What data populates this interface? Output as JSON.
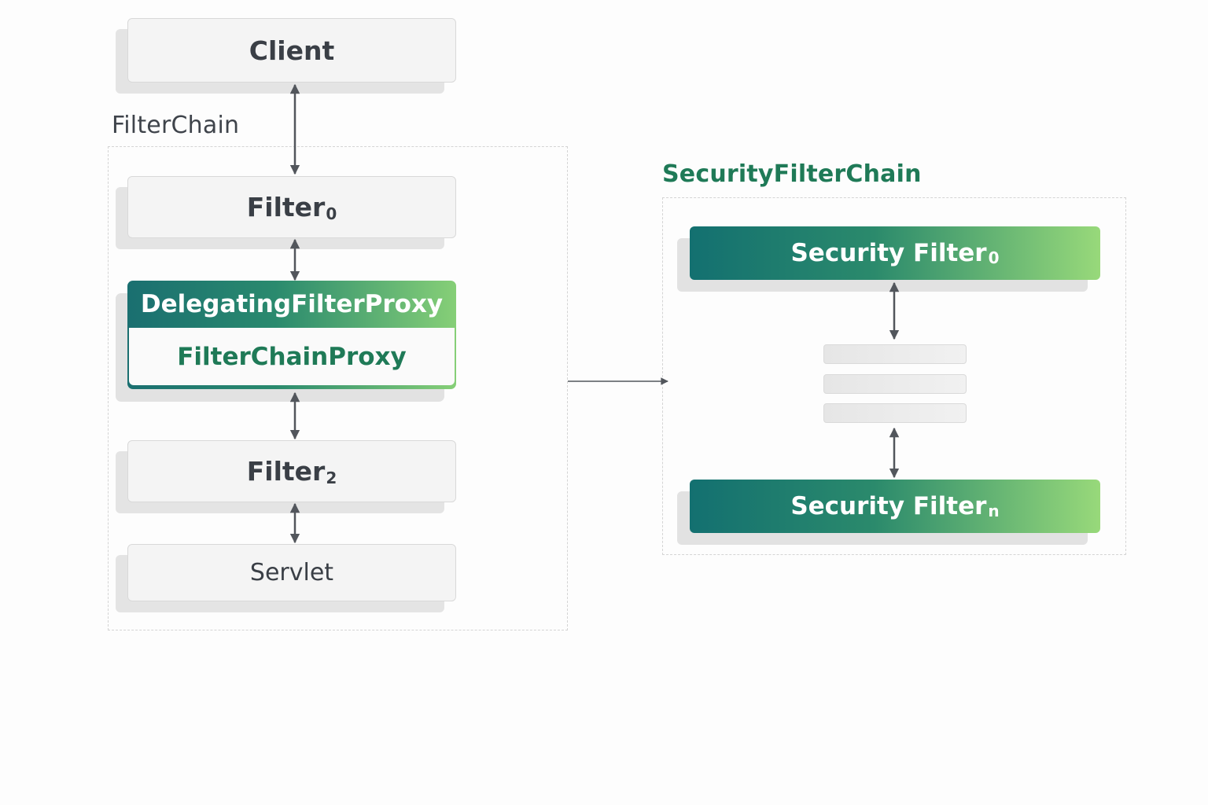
{
  "client": {
    "label": "Client"
  },
  "filter_chain": {
    "title": "FilterChain",
    "filter0": {
      "label": "Filter",
      "sub": "0"
    },
    "delegating_proxy": {
      "label": "DelegatingFilterProxy"
    },
    "filter_chain_proxy": {
      "label": "FilterChainProxy"
    },
    "filter2": {
      "label": "Filter",
      "sub": "2"
    },
    "servlet": {
      "label": "Servlet"
    }
  },
  "security_filter_chain": {
    "title": "SecurityFilterChain",
    "first": {
      "label": "Security Filter",
      "sub": "0"
    },
    "last": {
      "label": "Security Filter",
      "sub": "n"
    },
    "placeholder_count": 3
  },
  "colors": {
    "accent_dark": "#137070",
    "accent_light": "#98d97a",
    "title_green": "#1f7a57",
    "text": "#3a3f46",
    "arrow": "#52565c"
  }
}
